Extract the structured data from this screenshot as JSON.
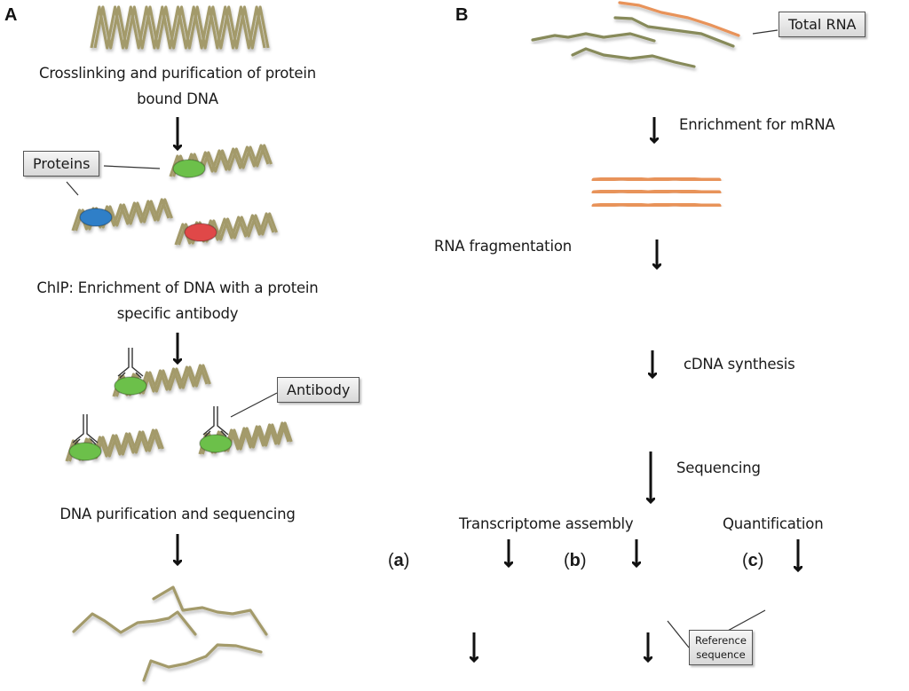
{
  "panel_a": {
    "letter": "A",
    "steps": [
      "Crosslinking and purification of protein",
      "bound DNA",
      "ChIP: Enrichment of DNA with a protein",
      "specific antibody",
      "DNA purification and sequencing"
    ],
    "callouts": {
      "proteins": "Proteins",
      "antibody": "Antibody"
    },
    "protein_colors": {
      "green": "#6cc04a",
      "blue": "#2f7fc8",
      "red": "#e04848"
    }
  },
  "panel_b": {
    "letter": "B",
    "callouts": {
      "total_rna": "Total RNA",
      "reference_line1": "Reference",
      "reference_line2": "sequence"
    },
    "steps": {
      "enrichment": "Enrichment for mRNA",
      "fragmentation": "RNA fragmentation",
      "cdna": "cDNA synthesis",
      "sequencing": "Sequencing",
      "assembly": "Transcriptome assembly",
      "quantification": "Quantification"
    },
    "subpanels": {
      "a": {
        "open": "(",
        "letter": "a",
        "close": ")"
      },
      "b": {
        "open": "(",
        "letter": "b",
        "close": ")"
      },
      "c": {
        "open": "(",
        "letter": "c",
        "close": ")"
      }
    },
    "colors": {
      "mrna": "#e8935a",
      "cdna": "#8a6bb8",
      "reference": "#7dbb5a",
      "dna": "#a39a6a",
      "total_rna": "#878a5a"
    }
  }
}
